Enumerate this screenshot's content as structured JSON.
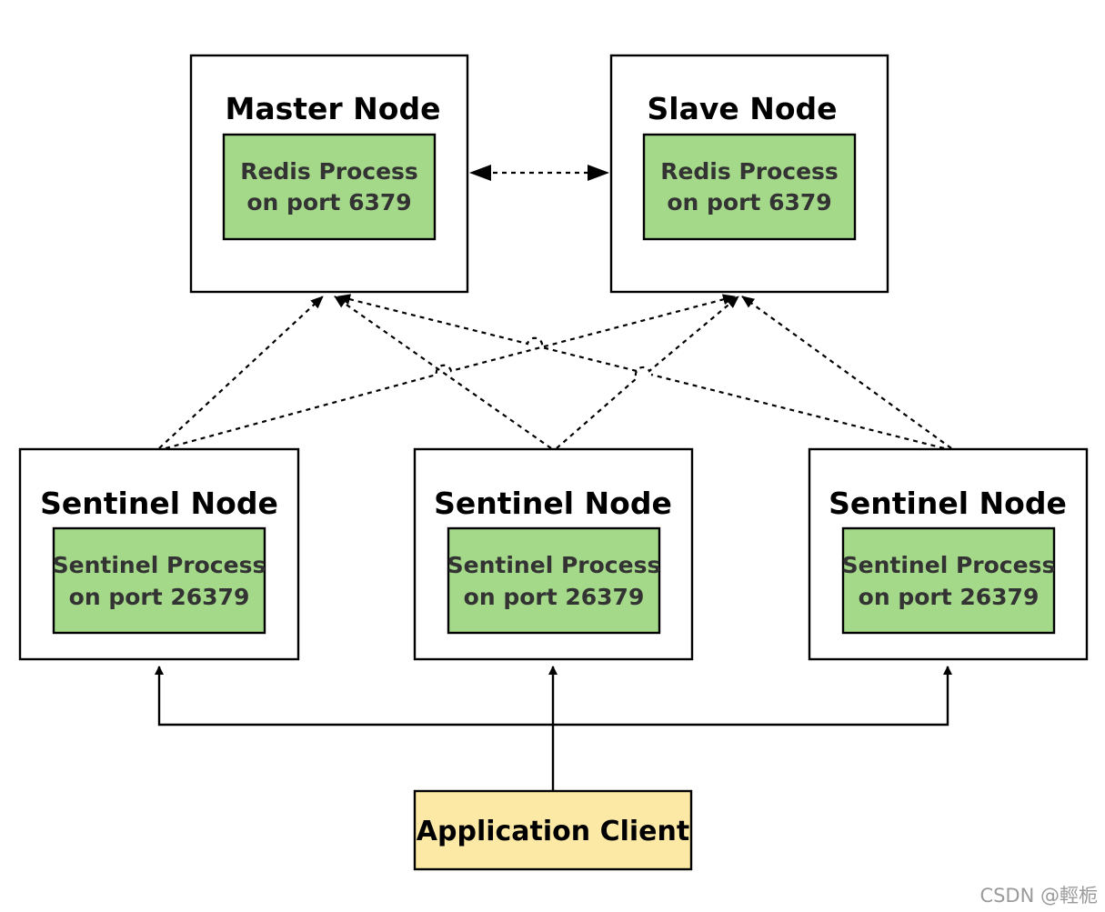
{
  "colors": {
    "node_border": "#000000",
    "node_fill": "#ffffff",
    "process_fill": "#a5d98a",
    "client_fill": "#fde9a6",
    "line": "#000000"
  },
  "master": {
    "title": "Master Node",
    "process_line1": "Redis Process",
    "process_line2": "on port 6379"
  },
  "slave": {
    "title": "Slave Node",
    "process_line1": "Redis Process",
    "process_line2": "on port 6379"
  },
  "sentinels": [
    {
      "title": "Sentinel Node",
      "process_line1": "Sentinel Process",
      "process_line2": "on port 26379"
    },
    {
      "title": "Sentinel Node",
      "process_line1": "Sentinel Process",
      "process_line2": "on port 26379"
    },
    {
      "title": "Sentinel Node",
      "process_line1": "Sentinel Process",
      "process_line2": "on port 26379"
    }
  ],
  "client": {
    "label": "Application Client"
  },
  "watermark": "CSDN @輕栀"
}
